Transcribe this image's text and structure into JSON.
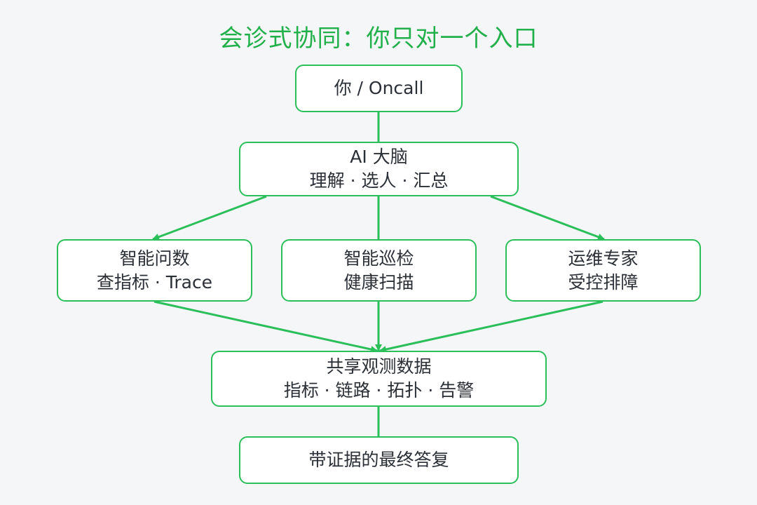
{
  "title": "会诊式协同：你只对一个入口",
  "colors": {
    "accent": "#22b04b",
    "border": "#2bbf5a",
    "text": "#2b2f36",
    "background": "#f4f6f8"
  },
  "nodes": {
    "user": {
      "line1": "你 / Oncall"
    },
    "brain": {
      "line1": "AI 大脑",
      "line2": "理解 · 选人 · 汇总"
    },
    "qa": {
      "line1": "智能问数",
      "line2": "查指标 · Trace"
    },
    "inspect": {
      "line1": "智能巡检",
      "line2": "健康扫描"
    },
    "ops": {
      "line1": "运维专家",
      "line2": "受控排障"
    },
    "data": {
      "line1": "共享观测数据",
      "line2": "指标 · 链路 · 拓扑 · 告警"
    },
    "answer": {
      "line1": "带证据的最终答复"
    }
  }
}
